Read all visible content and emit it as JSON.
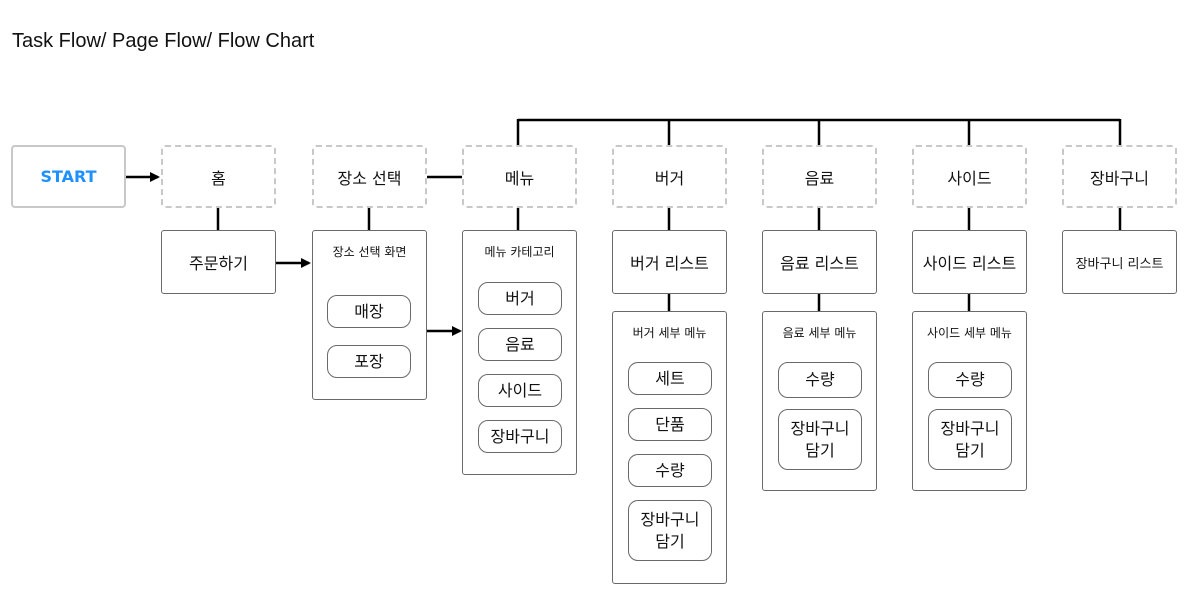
{
  "header": {
    "title": "Task Flow/ Page Flow/ Flow Chart"
  },
  "top_row": {
    "start": "START",
    "home": "홈",
    "location_select": "장소 선택",
    "menu": "메뉴",
    "burger": "버거",
    "drink": "음료",
    "side": "사이드",
    "cart": "장바구니"
  },
  "second_row": {
    "order": "주문하기",
    "location_screen": {
      "title": "장소 선택 화면",
      "options": [
        "매장",
        "포장"
      ]
    },
    "menu_category": {
      "title": "메뉴 카테고리",
      "options": [
        "버거",
        "음료",
        "사이드",
        "장바구니"
      ]
    },
    "burger_list": "버거 리스트",
    "drink_list": "음료 리스트",
    "side_list": "사이드 리스트",
    "cart_list": "장바구니 리스트"
  },
  "detail_panels": {
    "burger_detail": {
      "title": "버거 세부 메뉴",
      "options": [
        "세트",
        "단품",
        "수량",
        "장바구니\n담기"
      ]
    },
    "drink_detail": {
      "title": "음료 세부 메뉴",
      "options": [
        "수량",
        "장바구니\n담기"
      ]
    },
    "side_detail": {
      "title": "사이드 세부 메뉴",
      "options": [
        "수량",
        "장바구니\n담기"
      ]
    }
  },
  "colors": {
    "start_text": "#1e90ff",
    "dashed_border": "#c8c8c8",
    "solid_border": "#6a6a6a",
    "connector": "#000000"
  }
}
